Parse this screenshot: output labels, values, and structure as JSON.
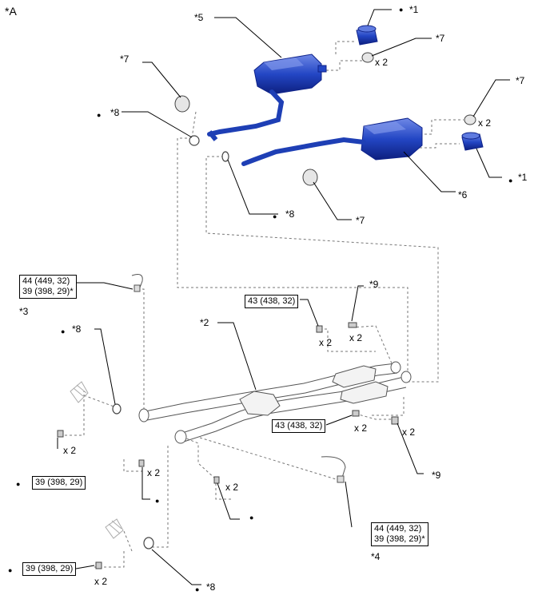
{
  "figure_id": "*A",
  "callouts": {
    "c1": "*1",
    "c2": "*2",
    "c3": "*3",
    "c4": "*4",
    "c5": "*5",
    "c6": "*6",
    "c7": "*7",
    "c8": "*8",
    "c9": "*9"
  },
  "quantity": "x 2",
  "bullet": "●",
  "torque": {
    "sensor_line1": "44 (449, 32)",
    "sensor_line2": "39 (398, 29)*",
    "nut_43": "43 (438, 32)",
    "bolt_39": "39 (398, 29)"
  },
  "colors": {
    "muffler": "#1e3fb5",
    "muffler_dark": "#0f238a",
    "muffler_light": "#5f7be0",
    "leader": "#000000",
    "dashed": "#777777",
    "line_art": "#555555"
  }
}
